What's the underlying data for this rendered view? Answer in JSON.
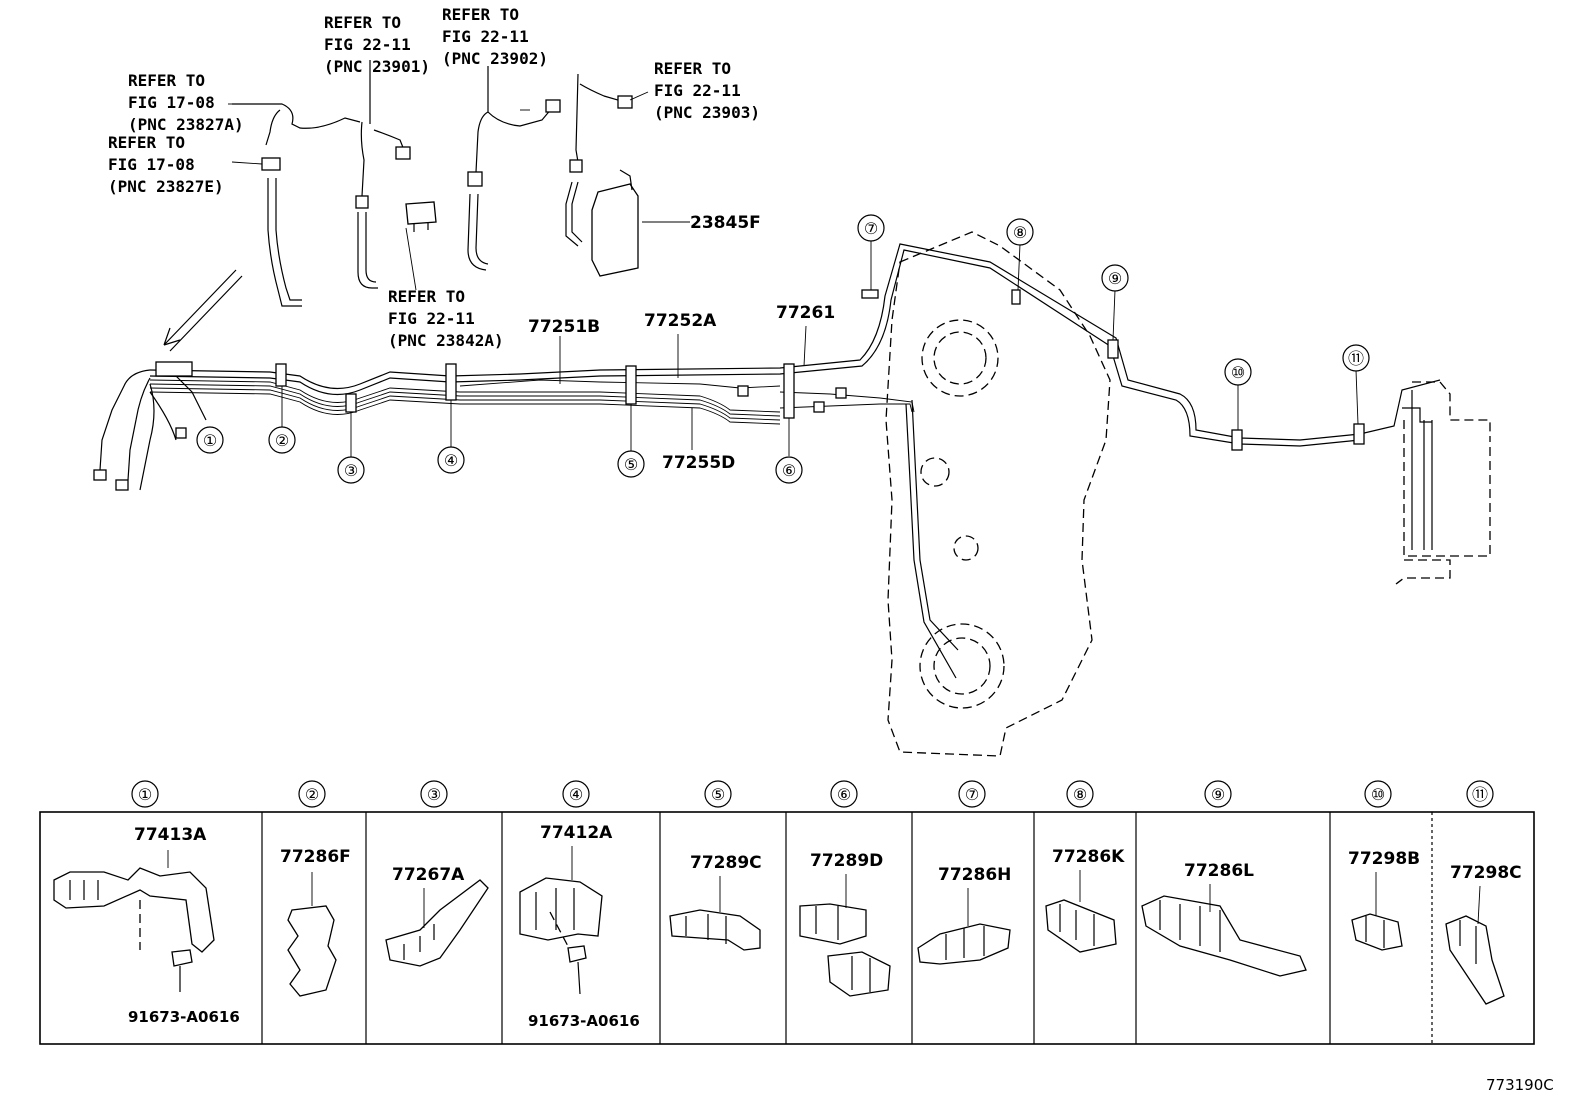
{
  "figure_id": "773190C",
  "refer_notes": {
    "r17a": [
      "REFER TO",
      "FIG 17-08",
      "(PNC 23827A)"
    ],
    "r17e": [
      "REFER TO",
      "FIG 17-08",
      "(PNC 23827E)"
    ],
    "r23901": [
      "REFER TO",
      "FIG 22-11",
      "(PNC 23901)"
    ],
    "r23902": [
      "REFER TO",
      "FIG 22-11",
      "(PNC 23902)"
    ],
    "r23903": [
      "REFER TO",
      "FIG 22-11",
      "(PNC 23903)"
    ],
    "r23842": [
      "REFER TO",
      "FIG 22-11",
      "(PNC 23842A)"
    ]
  },
  "part_labels": {
    "p23845F": "23845F",
    "p77251B": "77251B",
    "p77252A": "77252A",
    "p77261": "77261",
    "p77255D": "77255D"
  },
  "callouts": [
    "①",
    "②",
    "③",
    "④",
    "⑤",
    "⑥",
    "⑦",
    "⑧",
    "⑨",
    "⑩",
    "⑪"
  ],
  "legend": [
    {
      "num": "①",
      "part": "77413A",
      "bolt": "91673-A0616"
    },
    {
      "num": "②",
      "part": "77286F"
    },
    {
      "num": "③",
      "part": "77267A"
    },
    {
      "num": "④",
      "part": "77412A",
      "bolt": "91673-A0616"
    },
    {
      "num": "⑤",
      "part": "77289C"
    },
    {
      "num": "⑥",
      "part": "77289D"
    },
    {
      "num": "⑦",
      "part": "77286H"
    },
    {
      "num": "⑧",
      "part": "77286K"
    },
    {
      "num": "⑨",
      "part": "77286L"
    },
    {
      "num": "⑩",
      "part": "77298B"
    },
    {
      "num": "⑪",
      "part": "77298C"
    }
  ]
}
